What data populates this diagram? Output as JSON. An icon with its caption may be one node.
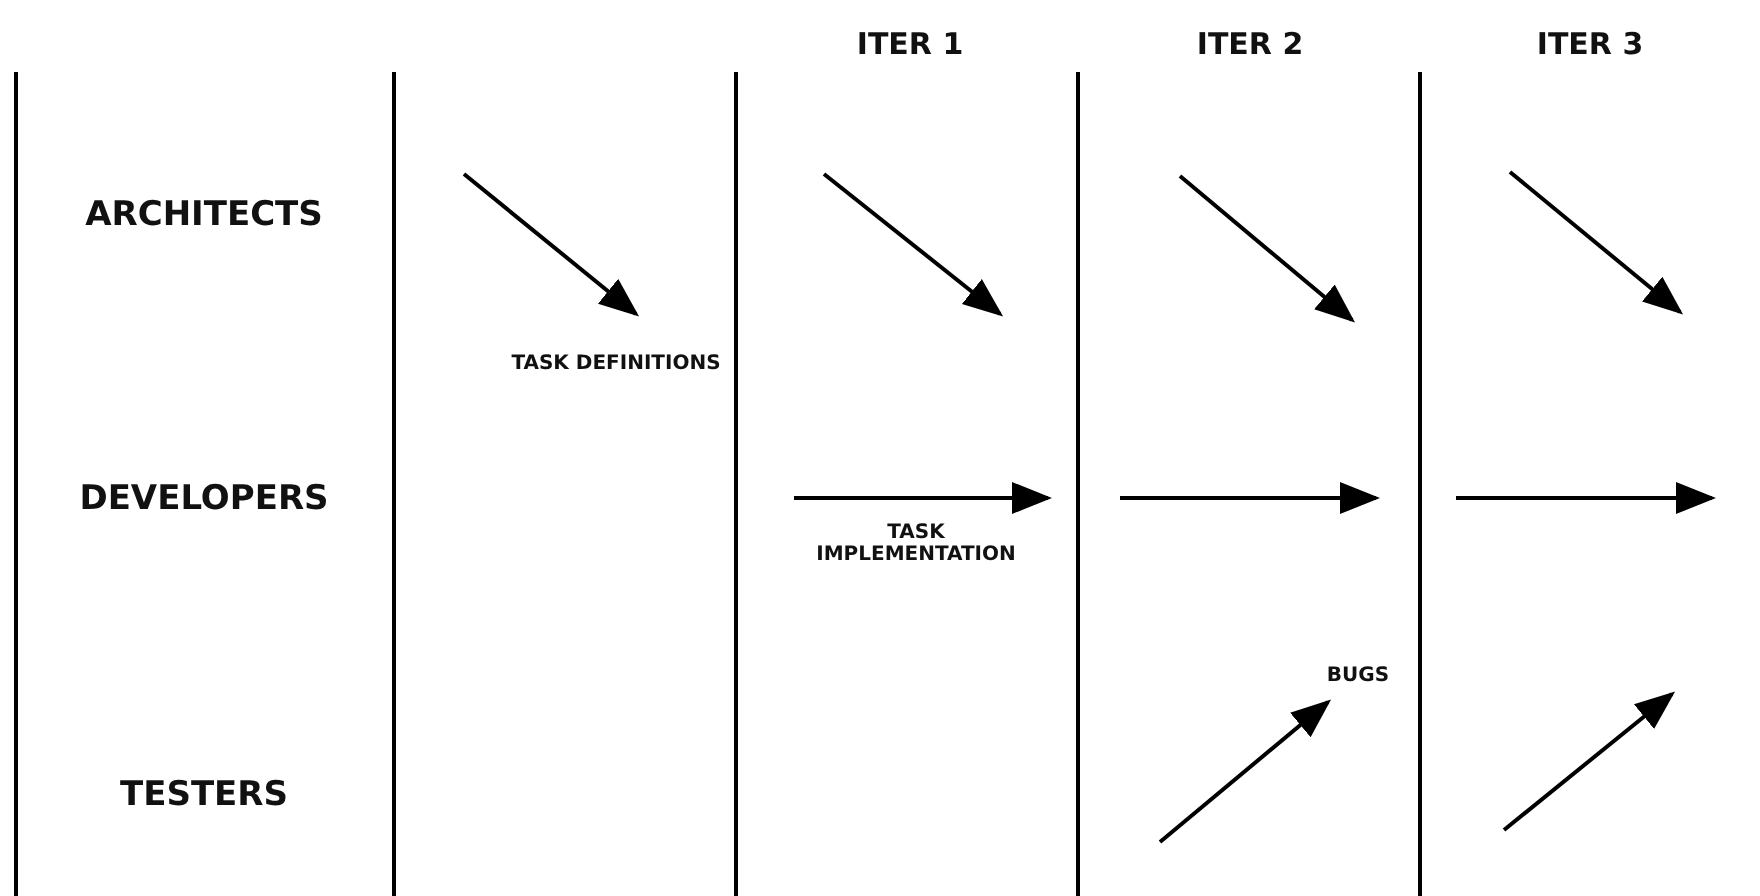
{
  "diagram": {
    "labels": [
      "ITER 1",
      "ITER 2",
      "ITER 3",
      "ARCHITECTS",
      "TASK DEFINITIONS",
      "DEVELOPERS",
      "TASK IMPLEMENTATION",
      "BUGS",
      "TESTERS"
    ]
  }
}
